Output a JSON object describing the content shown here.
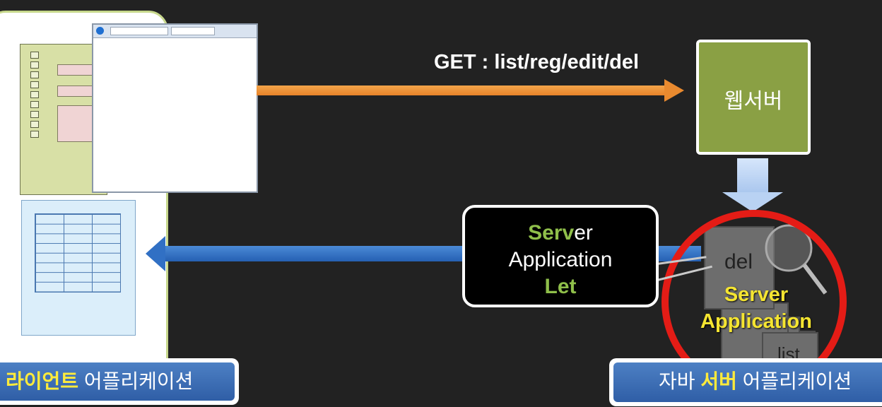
{
  "client": {
    "label_highlight": "라이언트",
    "label_rest": " 어플리케이션"
  },
  "request": {
    "label": "GET : list/reg/edit/del"
  },
  "web_server": {
    "label": "웹서버"
  },
  "callout": {
    "line1_highlight": "Serv",
    "line1_rest": "er",
    "line2": "Application",
    "line3": "Let"
  },
  "server_stack": {
    "top_card": "del",
    "bottom_card": "list",
    "title": "Server Application"
  },
  "server": {
    "label_prefix": "자바 ",
    "label_highlight": "서버",
    "label_rest": " 어플리케이션"
  },
  "colors": {
    "background": "#222222",
    "request_arrow": "#e98a2f",
    "response_arrow": "#3170c4",
    "web_server": "#8aa044",
    "highlight_ring": "#e41c16",
    "label_bar": "#3a6bb5"
  }
}
